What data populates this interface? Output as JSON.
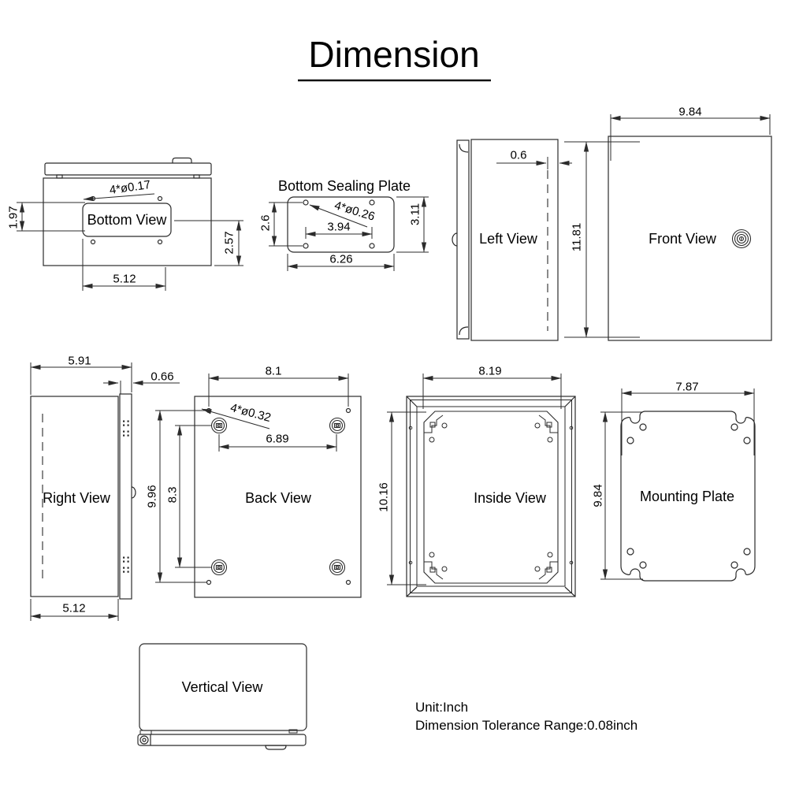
{
  "title": "Dimension",
  "views": {
    "bottom": {
      "label": "Bottom View",
      "dim_holes": "4*ø0.17",
      "dim_plate_height": "1.97",
      "dim_right_height": "2.57",
      "dim_width": "5.12"
    },
    "sealing_plate": {
      "label": "Bottom Sealing Plate",
      "dim_height_inner": "2.6",
      "dim_holes": "4*ø0.26",
      "dim_hole_span": "3.94",
      "dim_height": "3.11",
      "dim_width": "6.26"
    },
    "left": {
      "label": "Left View",
      "dim_door_offset": "0.6",
      "dim_height": "11.81"
    },
    "front": {
      "label": "Front View",
      "dim_width": "9.84"
    },
    "right": {
      "label": "Right View",
      "dim_depth_total": "5.91",
      "dim_door": "0.66",
      "dim_depth_body": "5.12"
    },
    "back": {
      "label": "Back View",
      "dim_hole_span_h": "8.1",
      "dim_holes": "4*ø0.32",
      "dim_boss_span_h": "6.89",
      "dim_hole_span_v": "9.96",
      "dim_boss_span_v": "8.3"
    },
    "inside": {
      "label": "Inside View",
      "dim_width": "8.19",
      "dim_height": "10.16"
    },
    "mounting": {
      "label": "Mounting Plate",
      "dim_width": "7.87",
      "dim_height": "9.84"
    },
    "vertical": {
      "label": "Vertical View"
    }
  },
  "notes": {
    "unit": "Unit:Inch",
    "tolerance": "Dimension Tolerance Range:0.08inch"
  },
  "colors": {
    "line": "#2b2b2b",
    "text": "#000000",
    "background": "#ffffff"
  }
}
